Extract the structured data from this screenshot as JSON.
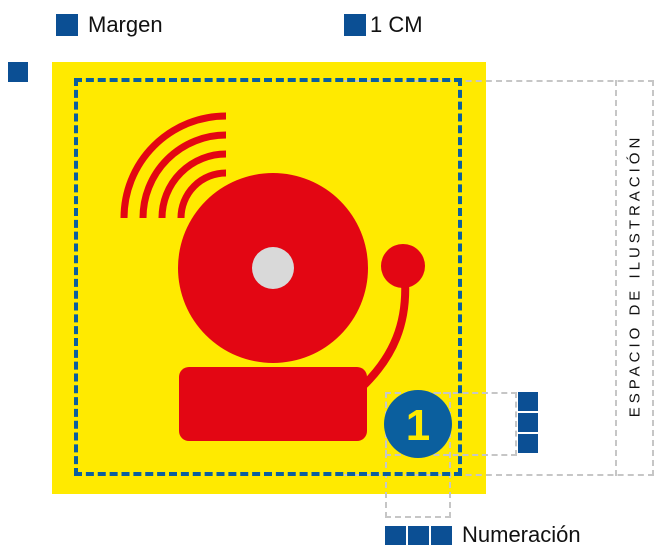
{
  "legend": {
    "margin_label": "Margen",
    "unit_label": "1 CM",
    "numbering_label": "Numeración"
  },
  "illustration_area_label": "ESPACIO DE ILUSTRACIÓN",
  "badge": {
    "number": "1"
  },
  "colors": {
    "background": "#ffea00",
    "bell": "#e30613",
    "bell_center": "#d9d9d9",
    "accent_blue": "#0b4f94",
    "guide_gray": "#c6c6c6"
  },
  "icons": [
    "alarm-bell-icon",
    "sound-waves-icon",
    "number-badge-icon"
  ]
}
